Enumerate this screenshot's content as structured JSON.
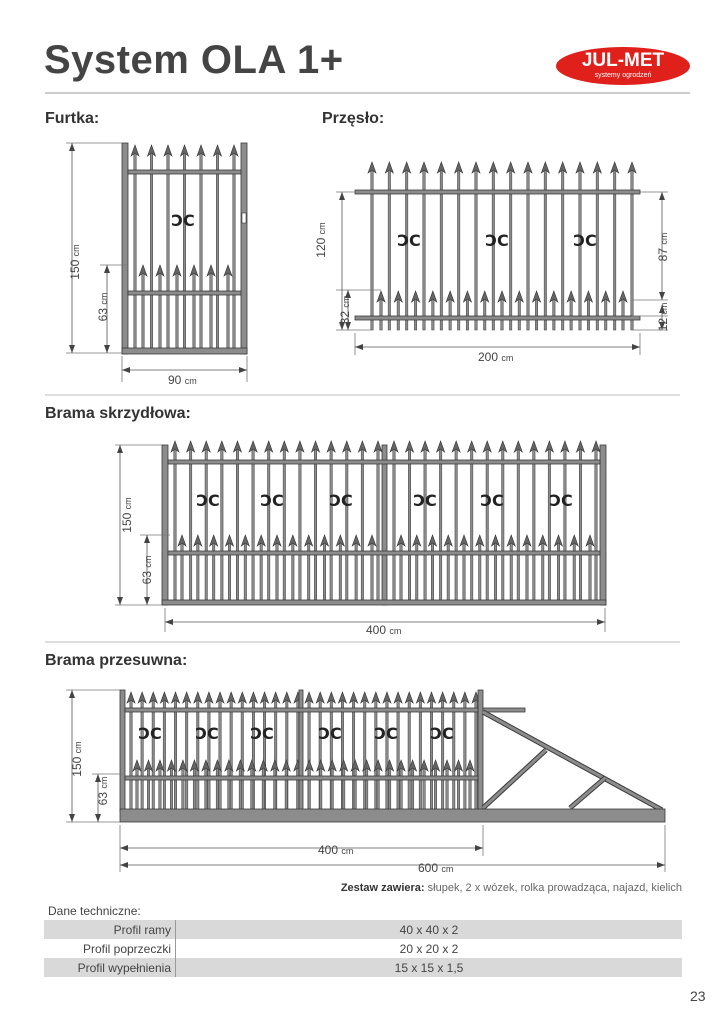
{
  "title": "System OLA 1+",
  "logo": {
    "name": "JUL-MET",
    "tagline": "systemy ogrodzeń",
    "color": "#e0201b"
  },
  "sections": {
    "furtka": {
      "label": "Furtka:",
      "height": "150",
      "lower": "63",
      "width": "90"
    },
    "przeslo": {
      "label": "Przęsło:",
      "height": "120",
      "lower": "32",
      "upper": "87",
      "bottom": "12",
      "width": "200"
    },
    "brama_skrzydlowa": {
      "label": "Brama skrzydłowa:",
      "height": "150",
      "lower": "63",
      "width": "400"
    },
    "brama_przesuwna": {
      "label": "Brama przesuwna:",
      "height": "150",
      "lower": "63",
      "width": "400",
      "total_width": "600"
    }
  },
  "unit": "cm",
  "kit": {
    "label": "Zestaw zawiera:",
    "items": "słupek, 2 x wózek, rolka prowadząca, najazd, kielich"
  },
  "tech": {
    "title": "Dane techniczne:",
    "rows": [
      {
        "label": "Profil ramy",
        "value": "40 x 40 x 2"
      },
      {
        "label": "Profil poprzeczki",
        "value": "20 x 20 x 2"
      },
      {
        "label": "Profil wypełnienia",
        "value": "15 x 15 x 1,5"
      }
    ]
  },
  "page_number": "23"
}
